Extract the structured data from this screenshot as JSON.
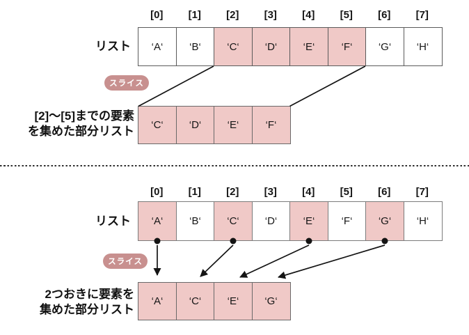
{
  "figure": {
    "title_hint": "list slicing diagram",
    "colors": {
      "highlight_fill": "#f0c9c7",
      "badge_fill": "#c8908f",
      "cell_border_dark": "#5a5a5a",
      "cell_border_gray": "#7b7b7b",
      "line_color": "#141414",
      "text_color": "#111111"
    },
    "sections": [
      {
        "name": "range-slice",
        "indices": [
          "[0]",
          "[1]",
          "[2]",
          "[3]",
          "[4]",
          "[5]",
          "[6]",
          "[7]"
        ],
        "list_label": "リスト",
        "badge_label": "スライス",
        "cells": [
          {
            "value": "‘A‘",
            "highlight": false
          },
          {
            "value": "‘B‘",
            "highlight": false
          },
          {
            "value": "‘C‘",
            "highlight": true
          },
          {
            "value": "‘D‘",
            "highlight": true
          },
          {
            "value": "‘E‘",
            "highlight": true
          },
          {
            "value": "‘F‘",
            "highlight": true
          },
          {
            "value": "‘G‘",
            "highlight": false
          },
          {
            "value": "‘H‘",
            "highlight": false
          }
        ],
        "result_cells": [
          "‘C‘",
          "‘D‘",
          "‘E‘",
          "‘F‘"
        ],
        "caption_line1": "[2]～[5]までの要素",
        "caption_line2": "を集めた部分リスト"
      },
      {
        "name": "step-slice",
        "indices": [
          "[0]",
          "[1]",
          "[2]",
          "[3]",
          "[4]",
          "[5]",
          "[6]",
          "[7]"
        ],
        "list_label": "リスト",
        "badge_label": "スライス",
        "cells": [
          {
            "value": "‘A‘",
            "highlight": true
          },
          {
            "value": "‘B‘",
            "highlight": false
          },
          {
            "value": "‘C‘",
            "highlight": true
          },
          {
            "value": "‘D‘",
            "highlight": false
          },
          {
            "value": "‘E‘",
            "highlight": true
          },
          {
            "value": "‘F‘",
            "highlight": false
          },
          {
            "value": "‘G‘",
            "highlight": true
          },
          {
            "value": "‘H‘",
            "highlight": false
          }
        ],
        "result_cells": [
          "‘A‘",
          "‘C‘",
          "‘E‘",
          "‘G‘"
        ],
        "caption_line1": "2つおきに要素を",
        "caption_line2": "集めた部分リスト"
      }
    ]
  }
}
